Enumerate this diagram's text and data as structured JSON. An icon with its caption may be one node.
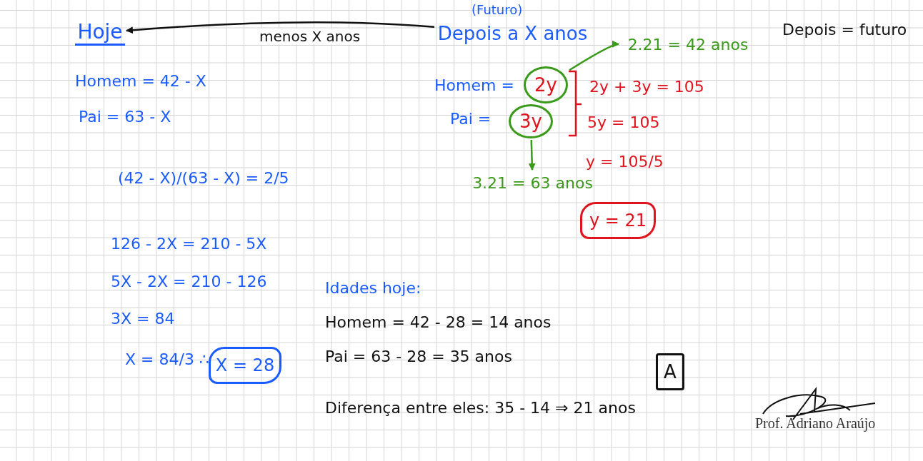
{
  "diagram": {
    "nodes": [
      {
        "text": [
          "Hoje"
        ]
      },
      {
        "text": [
          "Depois a X anos"
        ],
        "beside": [
          "(Futuro)"
        ]
      },
      {
        "text": [
          "2y"
        ]
      },
      {
        "text": [
          "3y"
        ]
      },
      {
        "text": [
          "2.21 = 42 anos"
        ]
      },
      {
        "text": [
          "3.21 = 63 anos"
        ]
      },
      {
        "text": [
          "X = 28"
        ]
      },
      {
        "text": [
          "y = 21"
        ]
      },
      {
        "text": [
          "A"
        ]
      }
    ],
    "edges": [
      {
        "from": 1,
        "to": 0,
        "arrow": "to",
        "label": "menos X anos",
        "color": "#111111"
      },
      {
        "from": 2,
        "to": 4,
        "arrow": "to",
        "color": "#3a9a1a"
      },
      {
        "from": 3,
        "to": 5,
        "arrow": "to",
        "color": "#3a9a1a"
      }
    ],
    "labels": [
      "Homem = 42 - X",
      "Pai = 63 - X",
      "(42 - X)/(63 - X) = 2/5",
      "126 - 2X = 210 - 5X",
      "5X - 2X = 210 - 126",
      "3X = 84",
      "X = 84/3 ∴",
      "Homem =",
      "Pai =",
      "2y + 3y = 105",
      "5y = 105",
      "y = 105/5",
      "Depois = futuro",
      "Idades hoje:",
      "Homem = 42 - 28 = 14 anos",
      "Pai = 63 - 28 = 35 anos",
      "Diferença entre eles: 35 - 14 ⇒ 21 anos",
      "Prof. Adriano Araújo"
    ]
  }
}
